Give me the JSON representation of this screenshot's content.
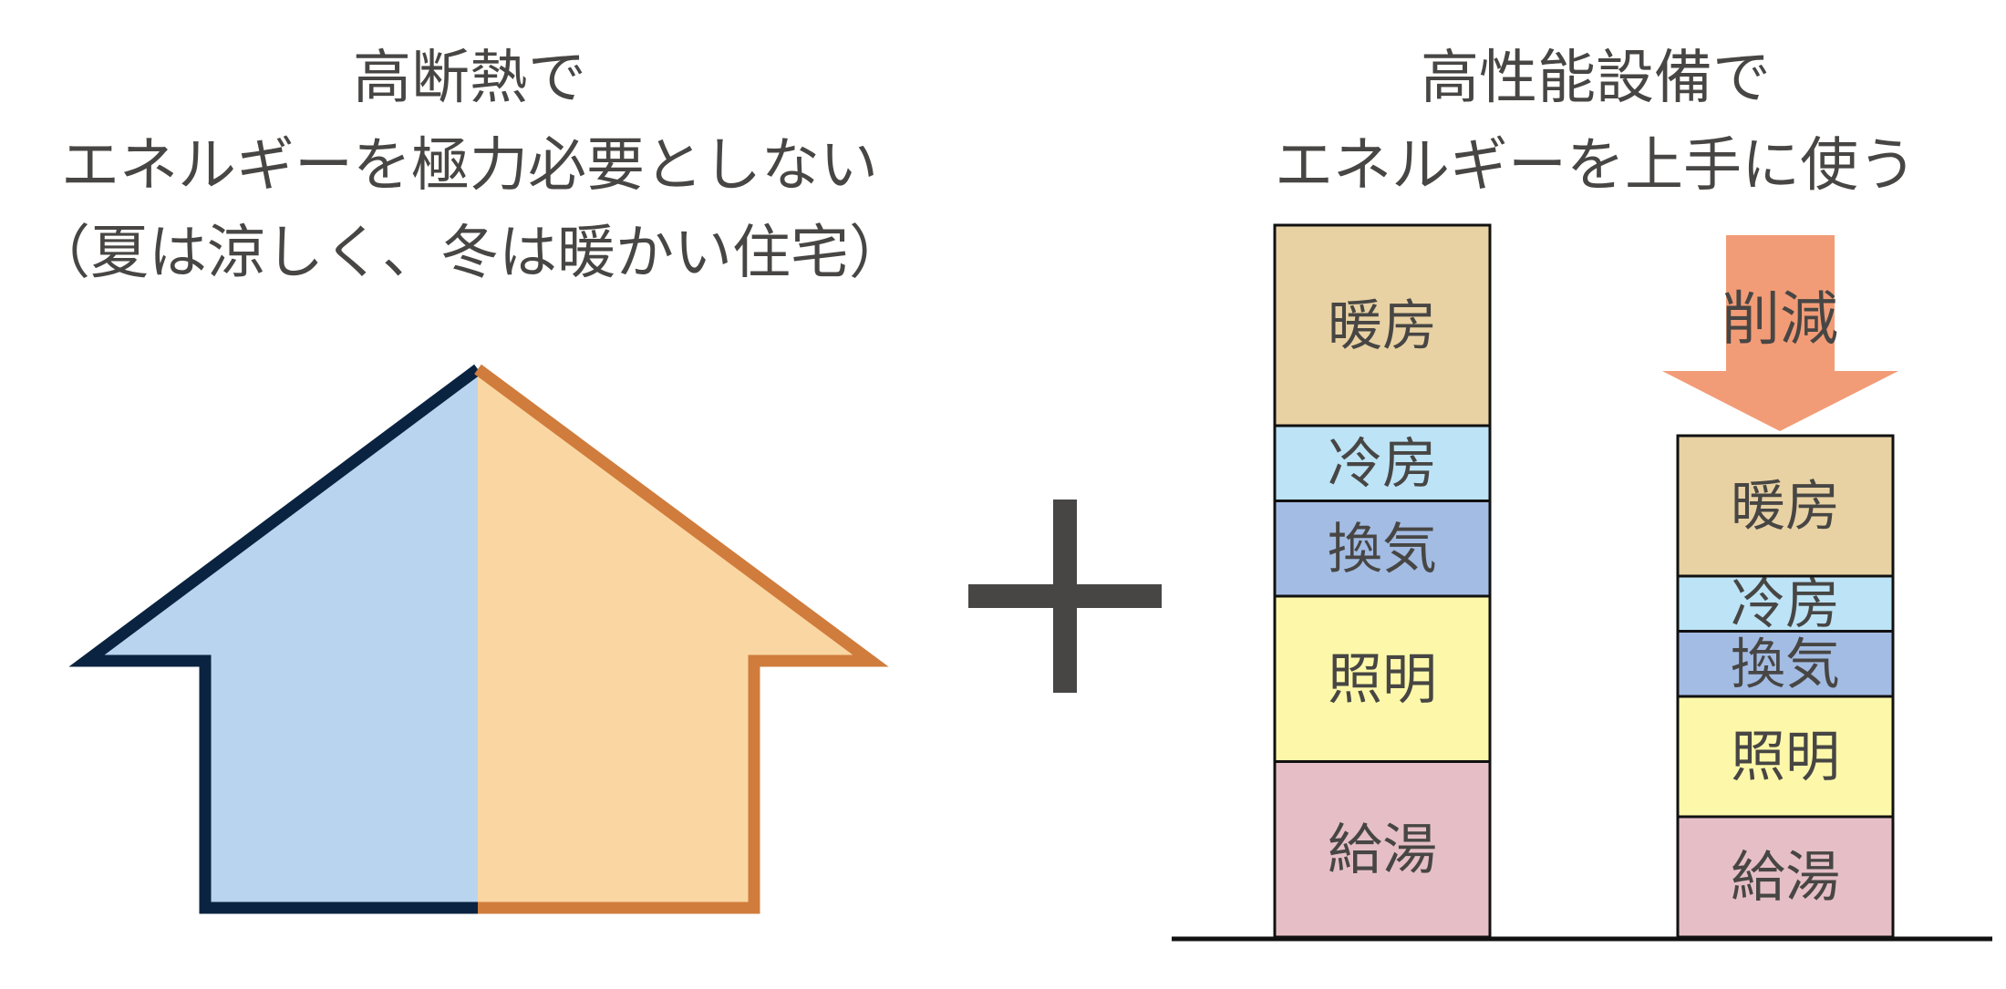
{
  "left": {
    "line1": "高断熱で",
    "line2": "エネルギーを極力必要としない",
    "line3": "（夏は涼しく、冬は暖かい住宅）"
  },
  "right": {
    "line1": "高性能設備で",
    "line2": "エネルギーを上手に使う"
  },
  "house": {
    "cool_fill": "#b9d4ee",
    "cool_outline": "#0a2340",
    "warm_fill": "#fad6a2",
    "warm_outline": "#d07c3c"
  },
  "operator": {
    "symbol": "plus-icon",
    "color": "#474644"
  },
  "arrow": {
    "label": "削減",
    "color": "#f29c77"
  },
  "stacks": {
    "before": [
      {
        "label": "暖房",
        "value": 2.0,
        "color": "#e8d1a3"
      },
      {
        "label": "冷房",
        "value": 0.75,
        "color": "#bce3f6"
      },
      {
        "label": "換気",
        "value": 0.95,
        "color": "#a3bce3"
      },
      {
        "label": "照明",
        "value": 1.65,
        "color": "#fdf8a9"
      },
      {
        "label": "給湯",
        "value": 1.75,
        "color": "#e6bfc6"
      }
    ],
    "after": [
      {
        "label": "暖房",
        "value": 1.4,
        "color": "#e8d1a3"
      },
      {
        "label": "冷房",
        "value": 0.55,
        "color": "#bce3f6"
      },
      {
        "label": "換気",
        "value": 0.65,
        "color": "#a3bce3"
      },
      {
        "label": "照明",
        "value": 1.2,
        "color": "#fdf8a9"
      },
      {
        "label": "給湯",
        "value": 1.2,
        "color": "#e6bfc6"
      }
    ]
  }
}
